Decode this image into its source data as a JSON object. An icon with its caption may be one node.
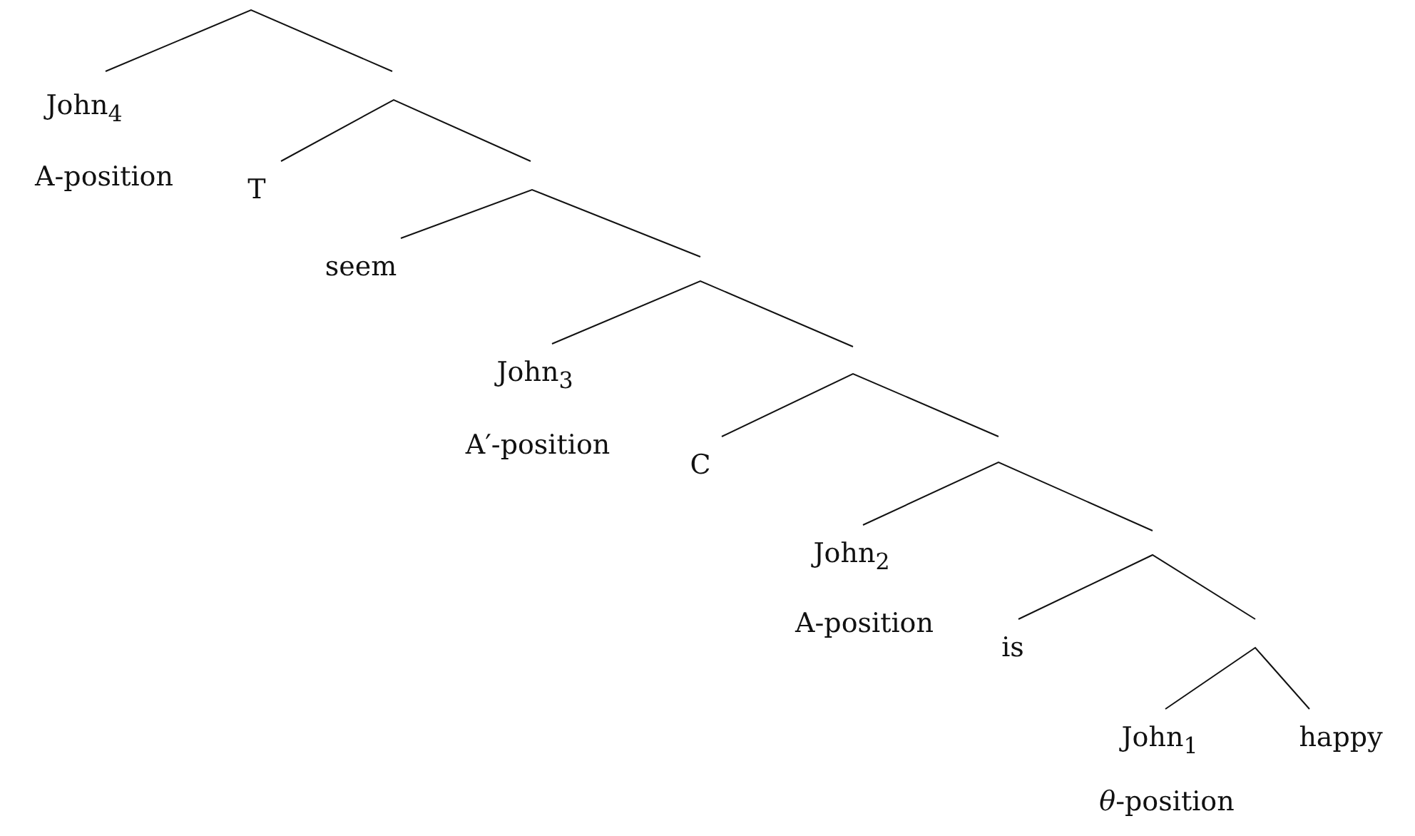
{
  "diagram": {
    "nodes": [
      {
        "text": [
          "John$_{4}$"
        ],
        "beside": [
          "A-position"
        ]
      },
      {
        "text": [
          "T"
        ]
      },
      {
        "text": [
          "seem"
        ]
      },
      {
        "text": [
          "John$_{3}$"
        ],
        "beside": [
          "A′-position"
        ]
      },
      {
        "text": [
          "C"
        ]
      },
      {
        "text": [
          "John$_{2}$"
        ],
        "beside": [
          "A-position"
        ]
      },
      {
        "text": [
          "is"
        ]
      },
      {
        "text": [
          "John$_{1}$"
        ],
        "beside": [
          "*θ*-position"
        ]
      },
      {
        "text": [
          "happy"
        ]
      }
    ]
  }
}
